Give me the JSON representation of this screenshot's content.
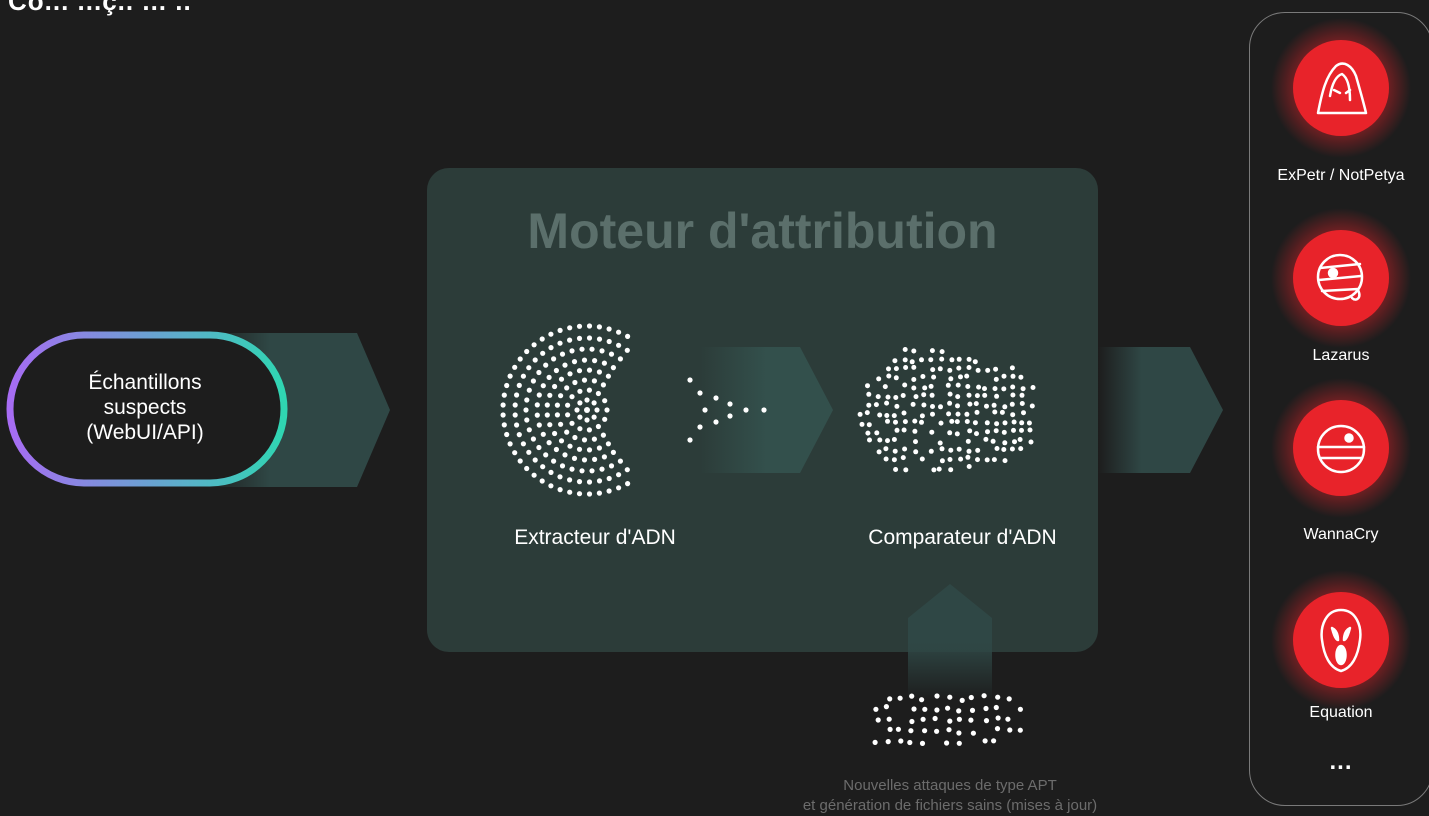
{
  "heading_partial": "Co... ...ç.. ... ..",
  "engine": {
    "title": "Moteur d'attribution"
  },
  "input": {
    "line1": "Échantillons",
    "line2": "suspects",
    "line3": "(WebUI/API)"
  },
  "extractor": {
    "label": "Extracteur d'ADN",
    "icon": "dna-spiral-dots-icon"
  },
  "comparator": {
    "label": "Comparateur d'ADN",
    "icon": "dna-cluster-dots-icon"
  },
  "updates": {
    "icon": "dna-dots-strip-icon",
    "caption_line1": "Nouvelles attaques de type APT",
    "caption_line2": "et génération de fichiers sains (mises à jour)"
  },
  "threats": {
    "items": [
      {
        "label": "ExPetr / NotPetya",
        "icon": "hooded-figure-icon"
      },
      {
        "label": "Lazarus",
        "icon": "mummy-face-icon"
      },
      {
        "label": "WannaCry",
        "icon": "robot-head-icon"
      },
      {
        "label": "Equation",
        "icon": "scream-mask-icon"
      }
    ],
    "more": "..."
  },
  "colors": {
    "background": "#1d1d1d",
    "engine_box": "#2c3c39",
    "engine_title": "#5b6f6b",
    "arrow": "#2f4745",
    "pill_gradient_start": "#a76cf3",
    "pill_gradient_end": "#2fd6b2",
    "threat_red": "#e8232a",
    "caption_gray": "#6c6c6c"
  }
}
